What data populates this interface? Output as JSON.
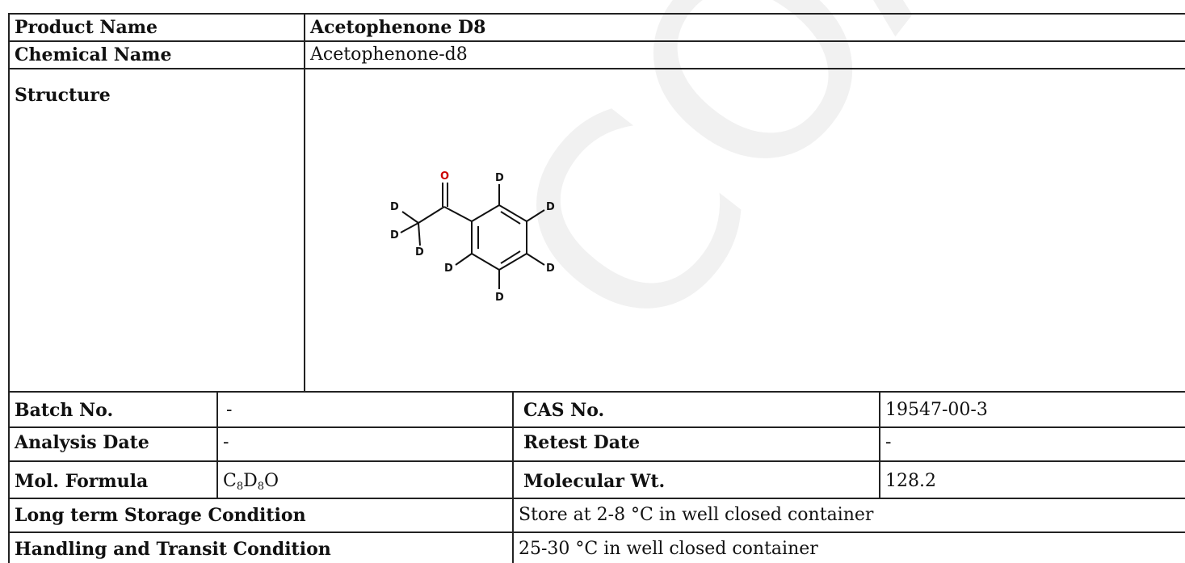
{
  "watermark": "COA",
  "rows": {
    "product_name": {
      "label": "Product Name",
      "value": "Acetophenone D8"
    },
    "chemical_name": {
      "label": "Chemical Name",
      "value": "Acetophenone-d8"
    },
    "structure": {
      "label": "Structure"
    },
    "batch": {
      "label": "Batch No.",
      "value": "-"
    },
    "cas": {
      "label": "CAS No.",
      "value": "19547-00-3"
    },
    "analysis_date": {
      "label": "Analysis Date",
      "value": "-"
    },
    "retest_date": {
      "label": "Retest Date",
      "value": "-"
    },
    "mol_formula": {
      "label": "Mol. Formula",
      "formula": {
        "p1": "C",
        "s1": "8",
        "p2": "D",
        "s2": "8",
        "p3": "O"
      }
    },
    "mol_wt": {
      "label": "Molecular Wt.",
      "value": "128.2"
    },
    "storage": {
      "label": "Long term Storage Condition",
      "value": "Store at 2-8 °C in well closed container"
    },
    "handling": {
      "label": "Handling and Transit Condition",
      "value": "25-30 °C in well closed container"
    }
  },
  "structure_atoms": {
    "oxygen": "O",
    "deuterium": "D"
  },
  "colors": {
    "oxygen": "#cc0000",
    "border": "#222222",
    "watermark": "#f1f1f1"
  }
}
